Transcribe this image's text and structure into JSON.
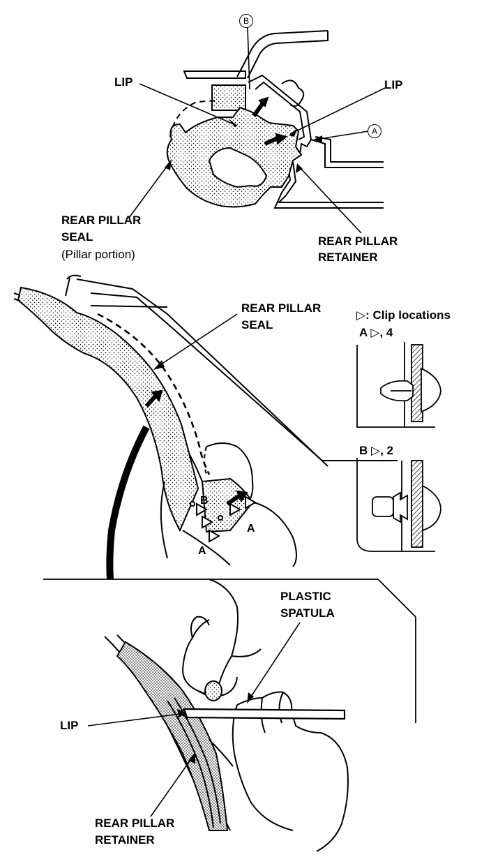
{
  "top": {
    "callout_b": "B",
    "callout_a": "A",
    "lip_left": "LIP",
    "lip_right": "LIP",
    "seal_line1": "REAR PILLAR",
    "seal_line2": "SEAL",
    "seal_line3": "(Pillar portion)",
    "retainer_line1": "REAR PILLAR",
    "retainer_line2": "RETAINER"
  },
  "middle": {
    "seal_line1": "REAR PILLAR",
    "seal_line2": "SEAL",
    "legend_symbol": "▷",
    "legend_text": ": Clip locations",
    "clip_a_label": "A",
    "clip_a_count": ", 4",
    "clip_b_label": "B",
    "clip_b_count": ", 2",
    "mark_b": "B",
    "mark_a_left": "A",
    "mark_a_right": "A"
  },
  "bottom": {
    "spatula_line1": "PLASTIC",
    "spatula_line2": "SPATULA",
    "lip": "LIP",
    "retainer_line1": "REAR PILLAR",
    "retainer_line2": "RETAINER"
  }
}
